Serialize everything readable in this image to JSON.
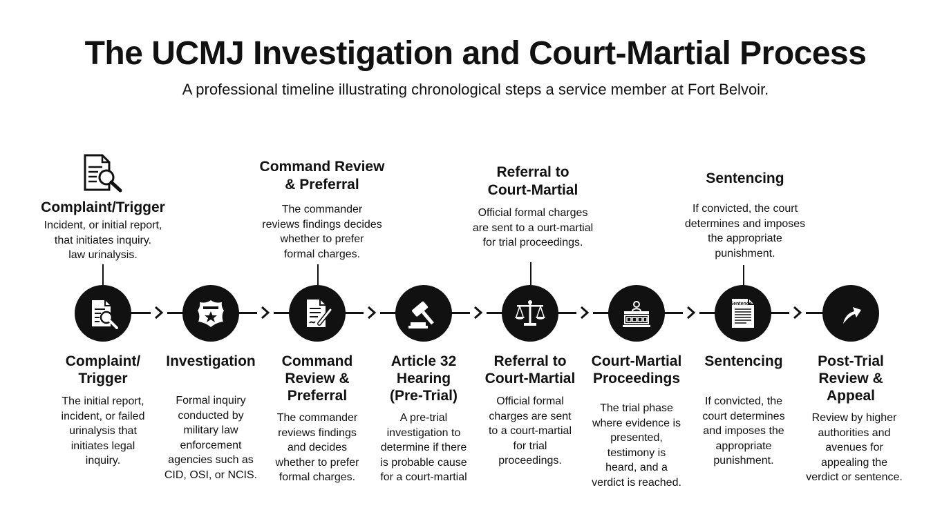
{
  "header": {
    "title": "The UCMJ Investigation and Court-Martial Process",
    "subtitle": "A professional timeline illustrating chronological steps a service member at Fort Belvoir."
  },
  "callouts": [
    {
      "title": "Complaint/Trigger",
      "desc": "Incident, or initial report,\nthat initiates inquiry.\nlaw urinalysis.",
      "icon": "document-search-icon"
    },
    {
      "title": "Command Review\n& Preferral",
      "desc": "The commander\nreviews findings decides\nwhether to prefer\nformal charges."
    },
    {
      "title": "Referral to\nCourt-Martial",
      "desc": "Official formal charges\nare sent to a ourt-martial\nfor trial proceedings."
    },
    {
      "title": "Sentencing",
      "desc": "If convicted, the court\ndetermines and imposes\nthe appropriate\npunishment."
    }
  ],
  "steps": [
    {
      "title": "Complaint/\nTrigger",
      "desc": "The initial report,\nincident, or failed\nurinalysis that\ninitiates legal\ninquiry.",
      "icon": "document-search-icon"
    },
    {
      "title": "Investigation",
      "desc": "Formal inquiry\nconducted by\nmilitary law\nenforcement\nagencies such as\nCID, OSI, or NCIS.",
      "icon": "police-badge-icon"
    },
    {
      "title": "Command\nReview &\nPreferral",
      "desc": "The commander\nreviews findings\nand decides\nwhether to prefer\nformal charges.",
      "icon": "document-pen-icon"
    },
    {
      "title": "Article 32\nHearing\n(Pre-Trial)",
      "desc": "A pre-trial\ninvestigation to\ndetermine if there\nis probable cause\nfor a court-martial",
      "icon": "gavel-icon"
    },
    {
      "title": "Referral to\nCourt-Martial",
      "desc": "Official formal\ncharges are sent\nto a court-martial\nfor trial\nproceedings.",
      "icon": "scales-of-justice-icon"
    },
    {
      "title": "Court-Martial\nProceedings",
      "desc": "The trial phase\nwhere evidence is\npresented,\ntestimony is\nheard, and a\nverdict is reached.",
      "icon": "courtroom-icon"
    },
    {
      "title": "Sentencing",
      "desc": "If convicted, the\ncourt determines\nand imposes the\nappropriate\npunishment.",
      "icon": "sentence-document-icon",
      "icon_label": "Sentence"
    },
    {
      "title": "Post-Trial\nReview &\nAppeal",
      "desc": "Review by higher\nauthorities and\navenues for\nappealing the\nverdict or sentence.",
      "icon": "appeal-arrow-icon"
    }
  ]
}
